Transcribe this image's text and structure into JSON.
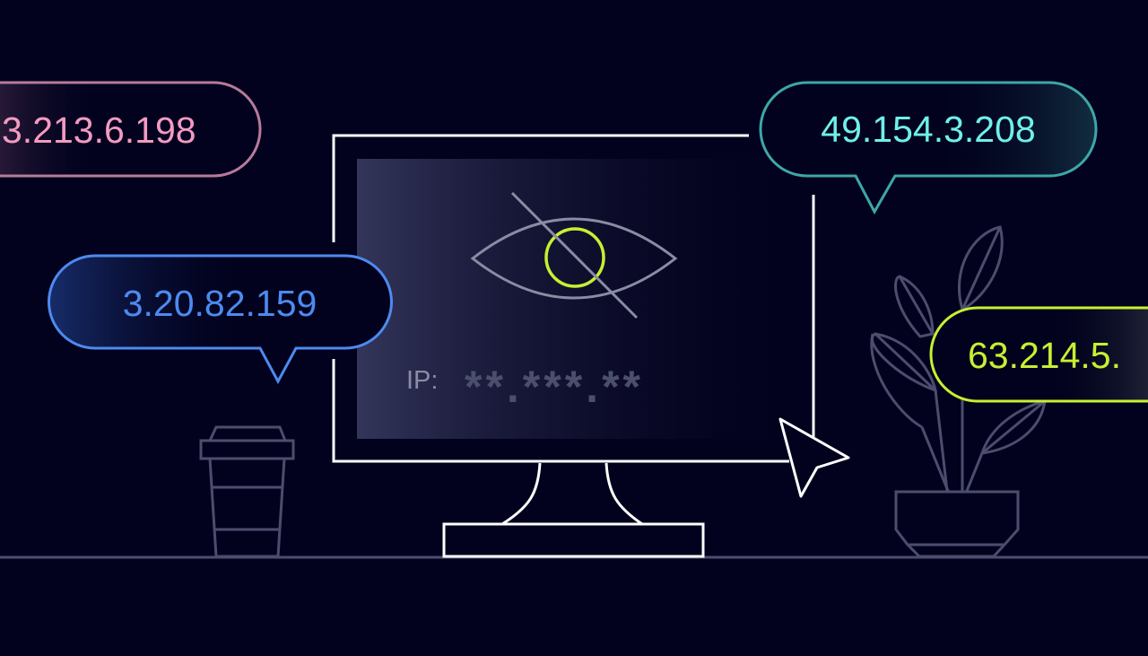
{
  "colors": {
    "background": "#02021e",
    "pink": "#f49ac1",
    "blue": "#4d8af0",
    "teal": "#6ff0ea",
    "lime": "#c6f032",
    "line_gray": "#4c4d6e",
    "white": "#ffffff"
  },
  "bubbles": [
    {
      "ip": "3.213.6.198",
      "color": "pink"
    },
    {
      "ip": "3.20.82.159",
      "color": "blue"
    },
    {
      "ip": "49.154.3.208",
      "color": "teal"
    },
    {
      "ip": "63.214.5.",
      "color": "lime"
    }
  ],
  "screen": {
    "icon": "eye-slash-icon",
    "ip_label": "IP:",
    "masked_ip": "**.***.**"
  }
}
